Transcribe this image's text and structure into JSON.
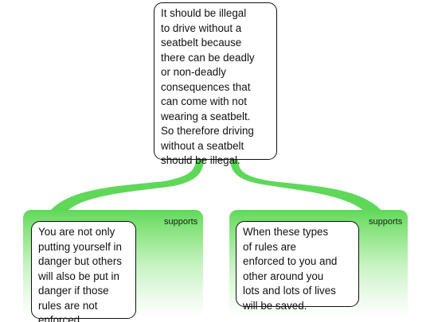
{
  "diagram": {
    "root": {
      "text": "It should be illegal\nto drive without a\nseatbelt because\nthere can be deadly\nor non-deadly\nconsequences that\ncan come with not\nwearing a seatbelt.\nSo therefore driving\nwithout a seatbelt\nshould be illegal."
    },
    "children": [
      {
        "relation": "supports",
        "text": "You are not only\nputting yourself in\ndanger but others\nwill also be put in\ndanger if those\nrules are not\nenforced."
      },
      {
        "relation": "supports",
        "text": "When these types\nof rules are\nenforced to you and\nother around you\nlots and lots of lives\nwill be saved."
      }
    ]
  },
  "colors": {
    "connector": "#5fd85a",
    "panel_top": "#5fd85a",
    "border": "#111111",
    "background": "#ffffff"
  }
}
